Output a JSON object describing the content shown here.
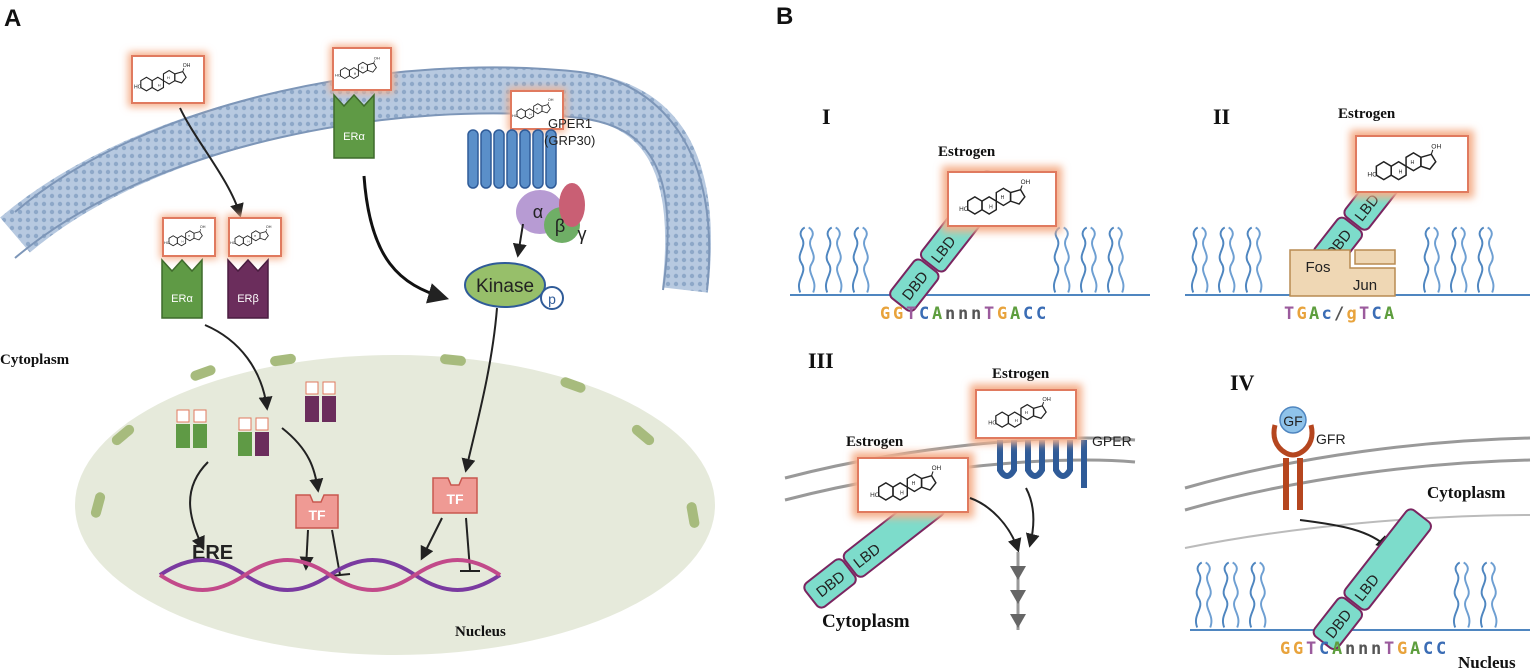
{
  "panels": {
    "a": {
      "letter": "A",
      "labels": {
        "er_alpha": "ERα",
        "er_beta": "ERβ",
        "gper1": "GPER1",
        "grp30": "(GRP30)",
        "g_alpha": "α",
        "g_beta": "β",
        "g_gamma": "γ",
        "kinase": "Kinase",
        "phospho": "p",
        "cytoplasm": "Cytoplasm",
        "ere": "ERE",
        "tf": "TF",
        "nucleus": "Nucleus"
      }
    },
    "b": {
      "letter": "B",
      "estrogen_label": "Estrogen",
      "dbd": "DBD",
      "lbd": "LBD",
      "sub_I": {
        "numeral": "I",
        "sequence": [
          "G",
          "G",
          "T",
          "C",
          "A",
          "n",
          "n",
          "n",
          "T",
          "G",
          "A",
          "C",
          "C"
        ]
      },
      "sub_II": {
        "numeral": "II",
        "fos": "Fos",
        "jun": "Jun",
        "sequence": [
          "T",
          "G",
          "A",
          "c",
          "/",
          "g",
          "T",
          "C",
          "A"
        ]
      },
      "sub_III": {
        "numeral": "III",
        "gper": "GPER",
        "cytoplasm": "Cytoplasm"
      },
      "sub_IV": {
        "numeral": "IV",
        "gf": "GF",
        "gfr": "GFR",
        "cytoplasm": "Cytoplasm",
        "nucleus": "Nucleus",
        "sequence": [
          "G",
          "G",
          "T",
          "C",
          "A",
          "n",
          "n",
          "n",
          "T",
          "G",
          "A",
          "C",
          "C"
        ]
      }
    }
  },
  "colors": {
    "membrane": "#a9bfd9",
    "er_alpha": "#5f9a45",
    "er_beta": "#6b2d5c",
    "receptor_teal": "#7ddccb",
    "receptor_border": "#7a2560",
    "dna_blue": "#4f86c0",
    "tf_pink": "#ef9a94",
    "kinase_green": "#97bf6a",
    "estrogen_glow": "#f08a5b",
    "nucleus_fill": "#e6eadb",
    "fos_jun": "#efd7b4",
    "gper_blue": "#2f5b98",
    "gf_brown": "#b5461f",
    "base_G": "#e8a33c",
    "base_T": "#9b5b9d",
    "base_C": "#3b6db5",
    "base_A": "#5e9e3e",
    "base_n": "#555555"
  }
}
